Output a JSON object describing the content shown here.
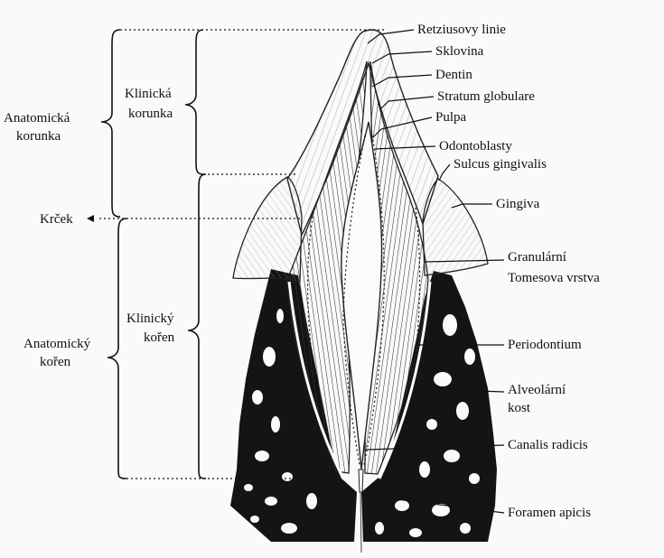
{
  "labels": {
    "retzius": "Retziusovy linie",
    "sklovina": "Sklovina",
    "dentin": "Dentin",
    "stratum": "Stratum globulare",
    "pulpa": "Pulpa",
    "odontoblasty": "Odontoblasty",
    "sulcus": "Sulcus gingivalis",
    "gingiva": "Gingiva",
    "granular_1": "Granulární",
    "granular_2": "Tomesova vrstva",
    "periodontium": "Periodontium",
    "alveolar_1": "Alveolární",
    "alveolar_2": "kost",
    "canalis": "Canalis radicis",
    "foramen": "Foramen apicis"
  },
  "brackets": {
    "anat_crown_1": "Anatomická",
    "anat_crown_2": "korunka",
    "clin_crown_1": "Klinická",
    "clin_crown_2": "korunka",
    "neck": "Krček",
    "clin_root_1": "Klinický",
    "clin_root_2": "kořen",
    "anat_root_1": "Anatomický",
    "anat_root_2": "kořen"
  }
}
